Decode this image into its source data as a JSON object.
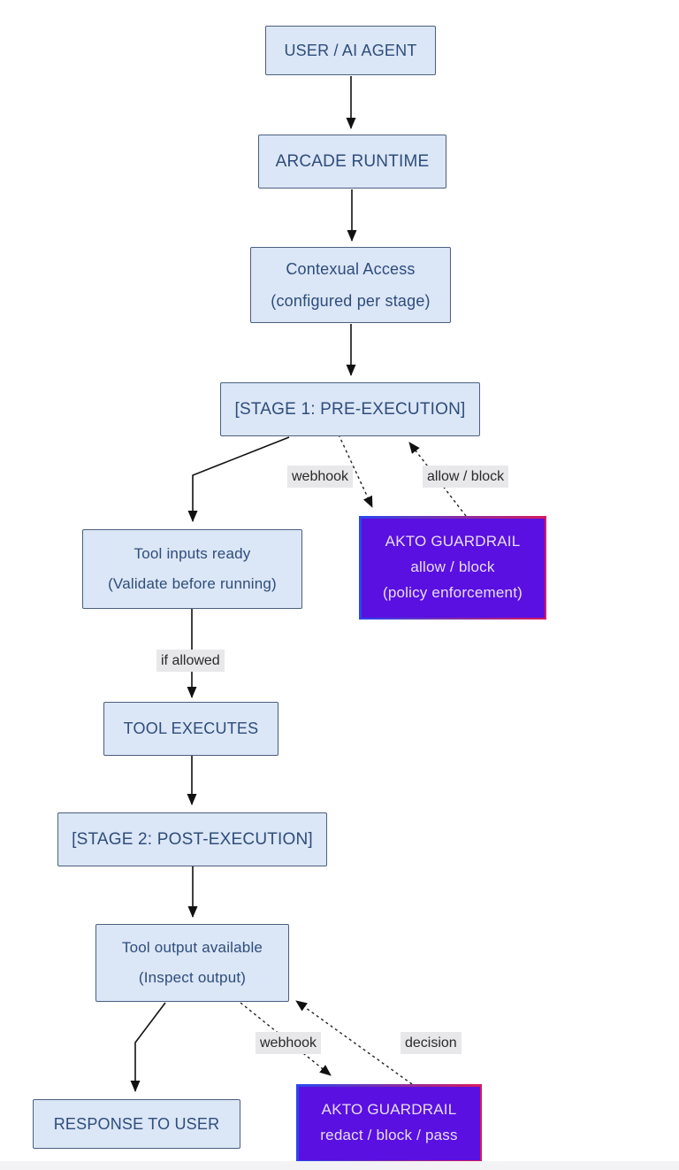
{
  "nodes": {
    "user_agent": {
      "label": "USER / AI AGENT"
    },
    "arcade_runtime": {
      "label": "ARCADE RUNTIME"
    },
    "contextual_access": {
      "line1": "Contexual Access",
      "line2": "(configured per stage)"
    },
    "stage1": {
      "label": "[STAGE 1: PRE-EXECUTION]"
    },
    "tool_inputs": {
      "line1": "Tool inputs ready",
      "line2": "(Validate before running)"
    },
    "guardrail1": {
      "line1": "AKTO GUARDRAIL",
      "line2": "allow / block",
      "line3": "(policy enforcement)"
    },
    "tool_executes": {
      "label": "TOOL EXECUTES"
    },
    "stage2": {
      "label": "[STAGE 2: POST-EXECUTION]"
    },
    "tool_output": {
      "line1": "Tool output available",
      "line2": "(Inspect output)"
    },
    "response_user": {
      "label": "RESPONSE TO USER"
    },
    "guardrail2": {
      "line1": "AKTO GUARDRAIL",
      "line2": "redact / block / pass"
    }
  },
  "edge_labels": {
    "webhook1": "webhook",
    "allow_block": "allow / block",
    "if_allowed": "if allowed",
    "webhook2": "webhook",
    "decision": "decision"
  },
  "colors": {
    "node_fill": "#dbe6f6",
    "node_border": "#4c5f80",
    "node_text": "#2e4d7b",
    "guardrail_fill": "#5a10e0",
    "guardrail_border_left": "#2946f0",
    "guardrail_border_right": "#d81a5e",
    "guardrail_text": "#e6defa",
    "edge_label_bg": "#e8e8ea",
    "edge_label_text": "#2a2a2a",
    "arrow": "#111111",
    "background": "#ffffff"
  }
}
